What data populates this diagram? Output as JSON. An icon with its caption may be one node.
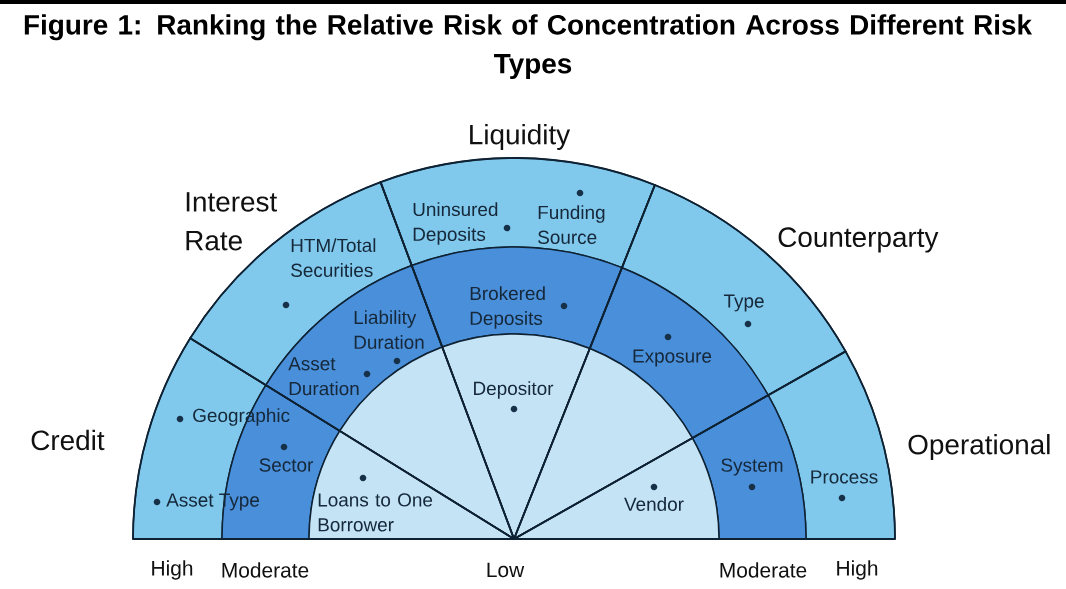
{
  "diagram": {
    "title": "Figure 1: Ranking the Relative Risk of Concentration Across Different Risk Types",
    "nodes": [
      {
        "text": [
          "Credit"
        ]
      },
      {
        "text": [
          "Geographic",
          "Asset Type"
        ],
        "in": 0
      },
      {
        "text": [
          "Sector"
        ],
        "in": 0
      },
      {
        "text": [
          "Loans to One Borrower"
        ],
        "in": 0
      },
      {
        "text": [
          "Interest Rate"
        ]
      },
      {
        "text": [
          "HTM/Total Securities"
        ],
        "in": 4
      },
      {
        "text": [
          "Liability Duration",
          "Asset Duration"
        ],
        "in": 4
      },
      {
        "text": [],
        "shape": "wedge",
        "in": 4
      },
      {
        "text": [
          "Liquidity"
        ]
      },
      {
        "text": [
          "Uninsured Deposits",
          "Funding Source"
        ],
        "in": 8
      },
      {
        "text": [
          "Brokered Deposits"
        ],
        "in": 8
      },
      {
        "text": [
          "Depositor"
        ],
        "in": 8
      },
      {
        "text": [
          "Counterparty"
        ]
      },
      {
        "text": [
          "Type"
        ],
        "in": 12
      },
      {
        "text": [
          "Exposure"
        ],
        "in": 12
      },
      {
        "text": [],
        "shape": "wedge",
        "in": 12
      },
      {
        "text": [
          "Operational"
        ]
      },
      {
        "text": [
          "Process"
        ],
        "in": 16
      },
      {
        "text": [
          "System"
        ],
        "in": 16
      },
      {
        "text": [
          "Vendor"
        ],
        "in": 16
      }
    ],
    "labels": [
      "High",
      "Moderate",
      "Low",
      "Moderate",
      "High"
    ]
  }
}
